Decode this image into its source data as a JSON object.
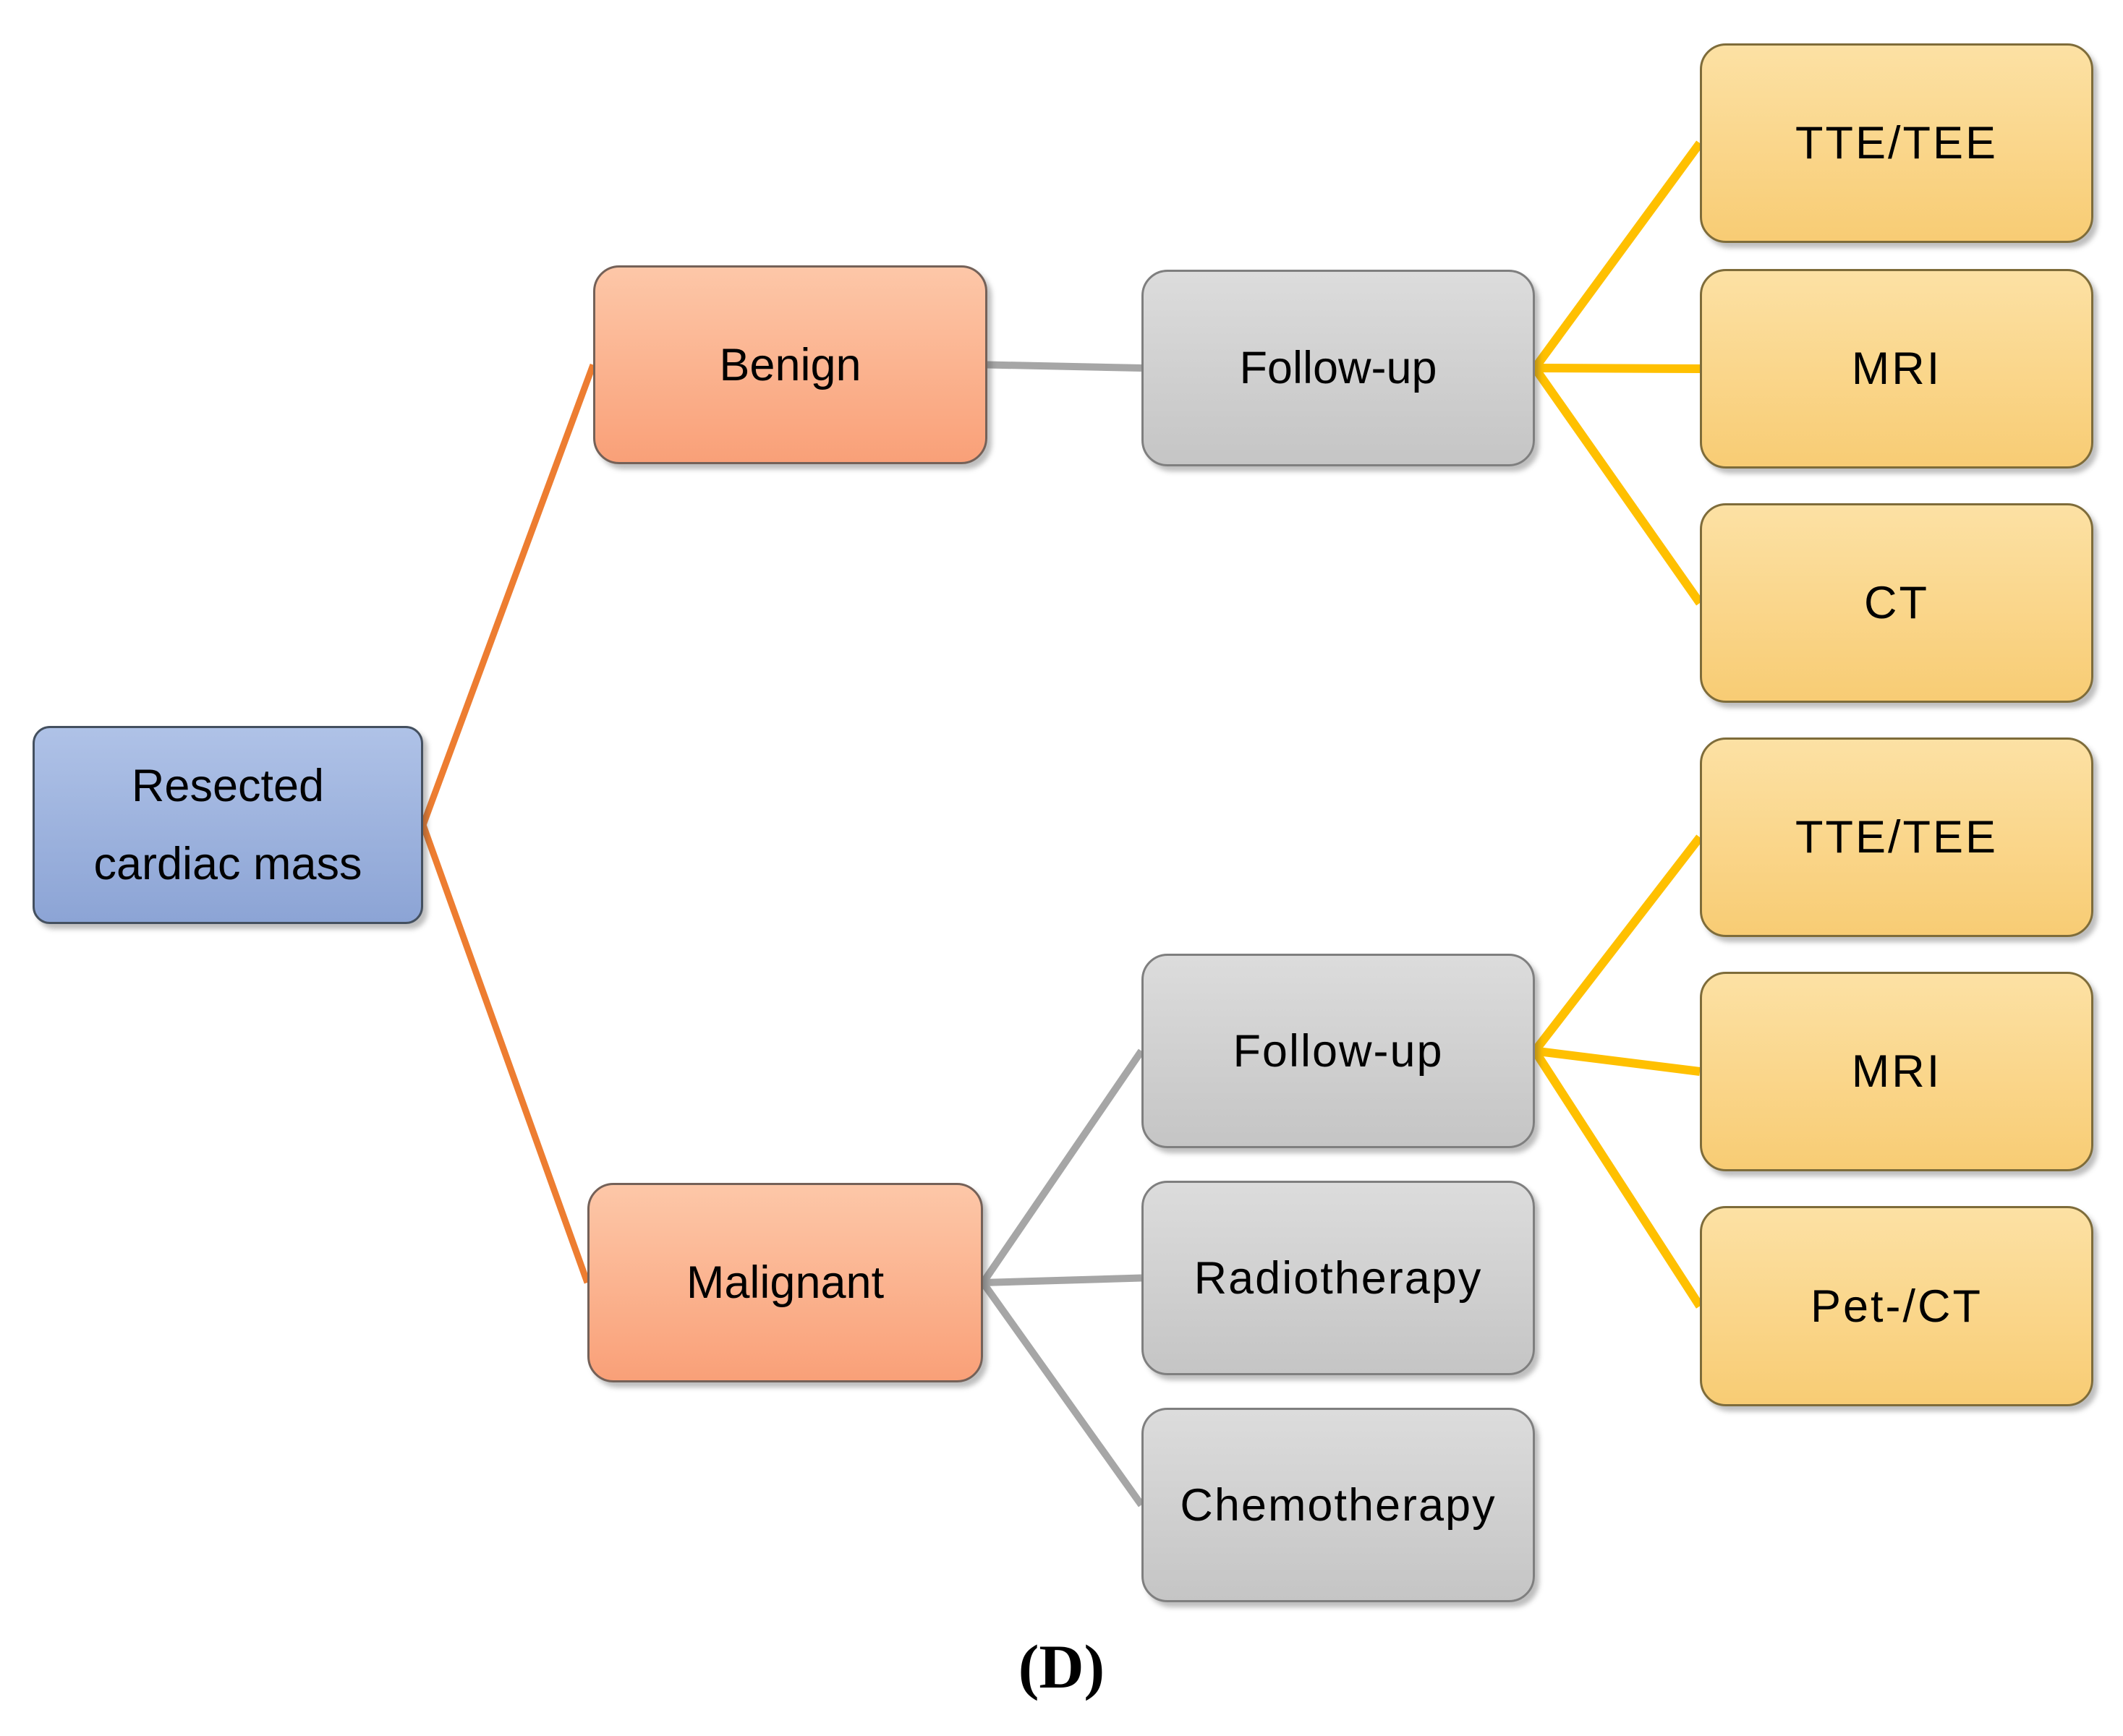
{
  "figure_label": "(D)",
  "colors": {
    "background": "#FFFFFF",
    "text": "#000000",
    "node_blue_top": "#AFC2E7",
    "node_blue_bottom": "#8CA4D5",
    "node_blue_border": "#44505F",
    "node_salmon_top": "#FDC7A8",
    "node_salmon_bottom": "#F9A078",
    "node_salmon_border": "#746158",
    "node_gray_top": "#DCDCDC",
    "node_gray_bottom": "#C5C5C5",
    "node_gray_border": "#7F7F7F",
    "node_yellow_top": "#FCE1A4",
    "node_yellow_bottom": "#F8CC74",
    "node_yellow_border": "#7E6C3A",
    "connector_orange": "#ED7D31",
    "connector_gray": "#A6A6A6",
    "connector_gold": "#FFC000"
  },
  "nodes": {
    "root": {
      "label": "Resected cardiac mass",
      "line1": "Resected",
      "line2": "cardiac mass"
    },
    "benign": {
      "label": "Benign"
    },
    "malignant": {
      "label": "Malignant"
    },
    "followup_benign": {
      "label": "Follow-up"
    },
    "followup_malignant": {
      "label": "Follow-up"
    },
    "radiotherapy": {
      "label": "Radiotherapy"
    },
    "chemotherapy": {
      "label": "Chemotherapy"
    },
    "tte_benign": {
      "label": "TTE/TEE"
    },
    "mri_benign": {
      "label": "MRI"
    },
    "ct_benign": {
      "label": "CT"
    },
    "tte_malignant": {
      "label": "TTE/TEE"
    },
    "mri_malignant": {
      "label": "MRI"
    },
    "petct_malignant": {
      "label": "Pet-/CT"
    }
  },
  "edges": [
    {
      "from": "root",
      "to": "benign",
      "color": "orange"
    },
    {
      "from": "root",
      "to": "malignant",
      "color": "orange"
    },
    {
      "from": "benign",
      "to": "followup_benign",
      "color": "gray"
    },
    {
      "from": "followup_benign",
      "to": "tte_benign",
      "color": "gold"
    },
    {
      "from": "followup_benign",
      "to": "mri_benign",
      "color": "gold"
    },
    {
      "from": "followup_benign",
      "to": "ct_benign",
      "color": "gold"
    },
    {
      "from": "malignant",
      "to": "followup_malignant",
      "color": "gray"
    },
    {
      "from": "malignant",
      "to": "radiotherapy",
      "color": "gray"
    },
    {
      "from": "malignant",
      "to": "chemotherapy",
      "color": "gray"
    },
    {
      "from": "followup_malignant",
      "to": "tte_malignant",
      "color": "gold"
    },
    {
      "from": "followup_malignant",
      "to": "mri_malignant",
      "color": "gold"
    },
    {
      "from": "followup_malignant",
      "to": "petct_malignant",
      "color": "gold"
    }
  ]
}
